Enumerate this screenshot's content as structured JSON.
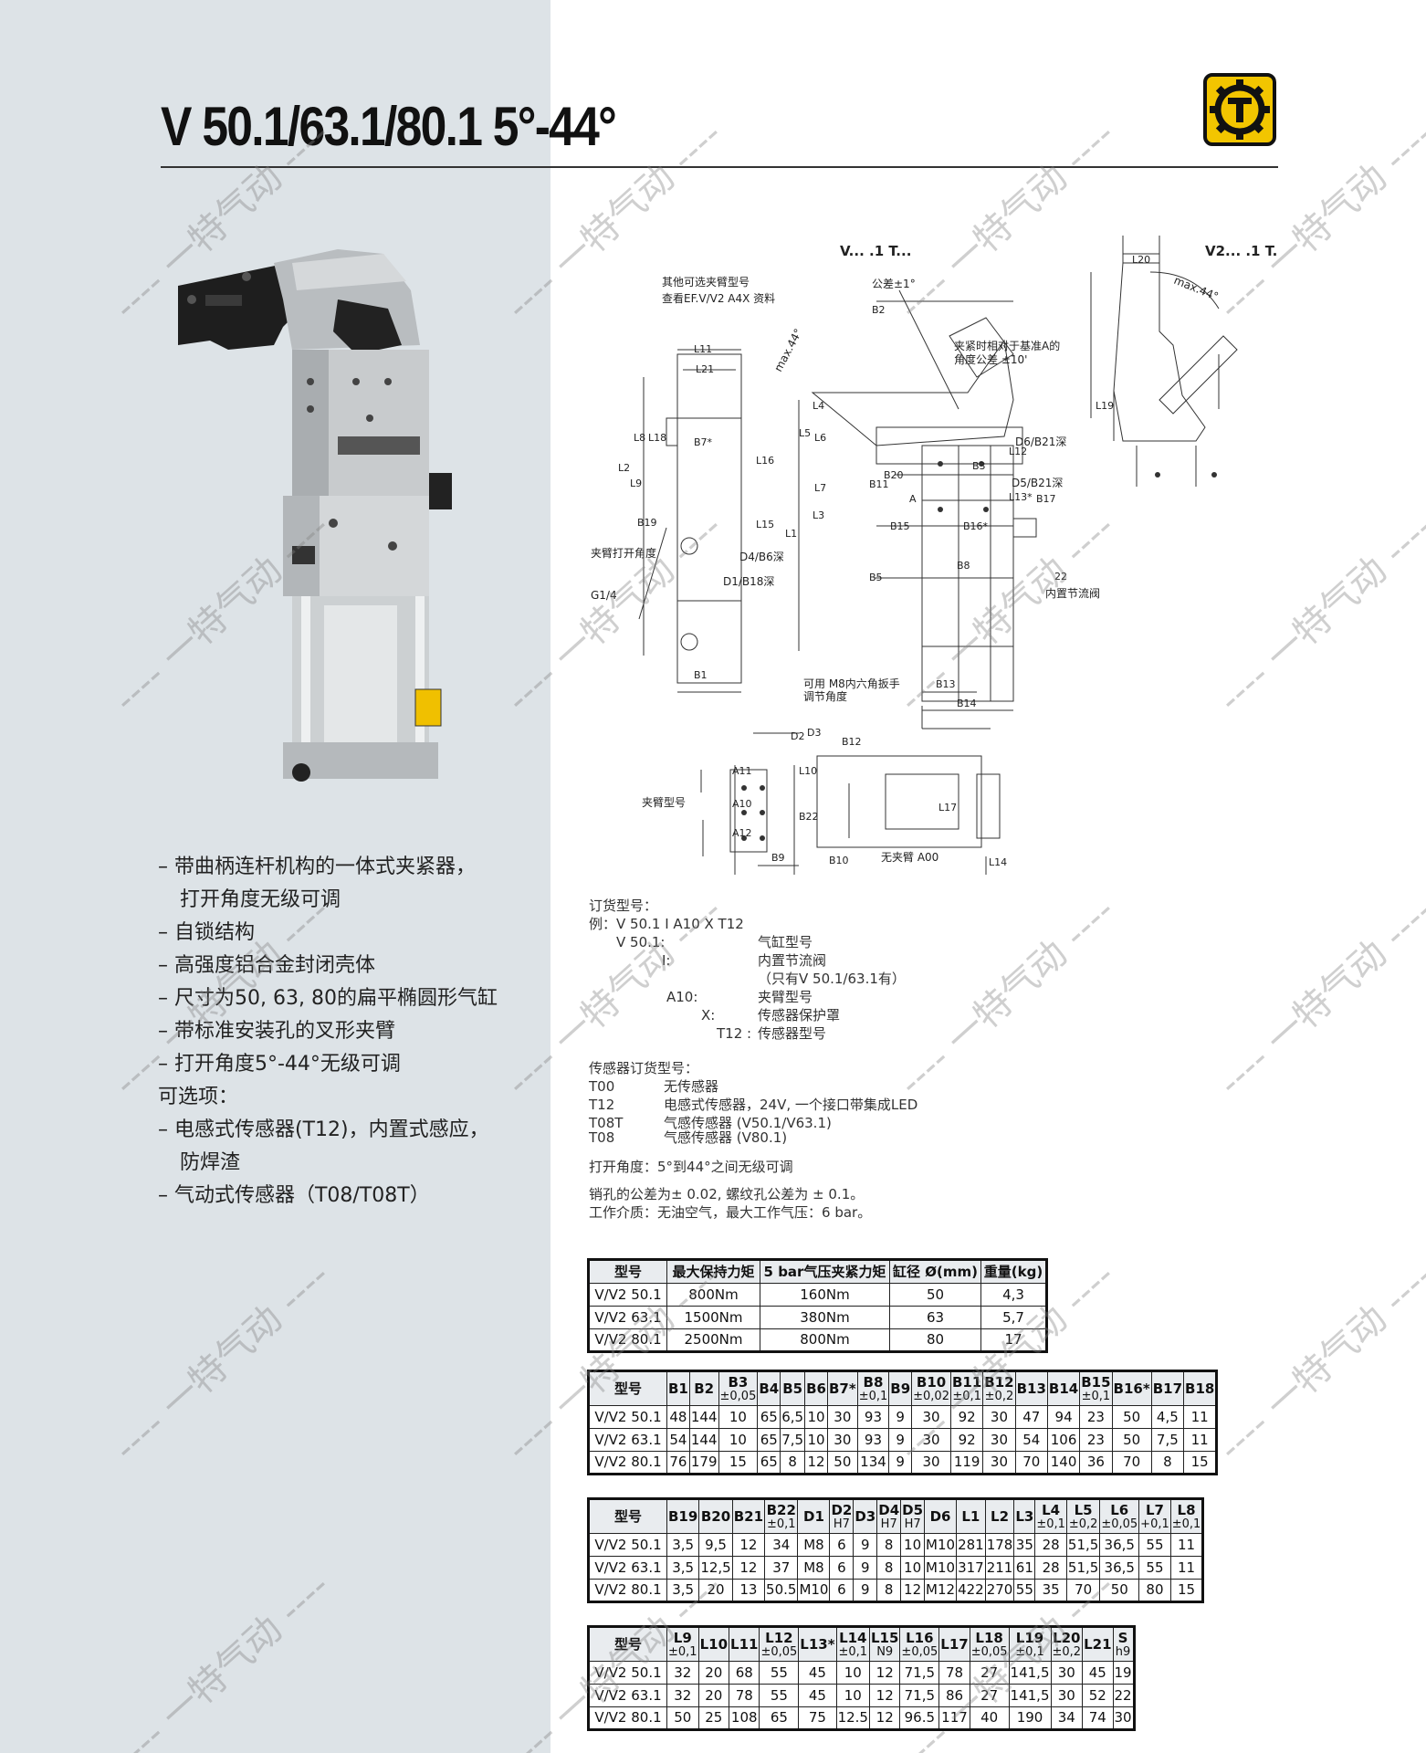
{
  "title": "V 50.1/63.1/80.1 5°-44°",
  "features": [
    "– 带曲柄连杆机构的一体式夹紧器，",
    "打开角度无级可调",
    "– 自锁结构",
    "– 高强度铝合金封闭壳体",
    "– 尺寸为50, 63, 80的扁平椭圆形气缸",
    "– 带标准安装孔的叉形夹臂",
    "– 打开角度5°-44°无级可调",
    "可选项：",
    "– 电感式传感器(T12)，内置式感应，",
    "防焊渣",
    "– 气动式传感器（T08/T08T）"
  ],
  "drawing": {
    "view1_title": "V... .1 T...",
    "view2_title": "V2... .1 T...",
    "note_other_arms_1": "其他可选夹臂型号",
    "note_other_arms_2": "查看EF.V/V2 A4X 资料",
    "tolerance": "公差±1°",
    "note_angle_1": "夹紧时相对于基准A的",
    "note_angle_2": "角度公差 ±10'",
    "max44": "max.44°",
    "arm_open_angle": "夹臂打开角度",
    "port": "G1/4",
    "d4b6": "D4/B6深",
    "d1b18": "D1/B18深",
    "d6b21": "D6/B21深",
    "d5b21": "D5/B21深",
    "builtin_throttle": "内置节流阀",
    "hex_wrench_1": "可用 M8内六角扳手",
    "hex_wrench_2": "调节角度",
    "arm_model": "夹臂型号",
    "no_arm": "无夹臂 A00",
    "dims": [
      "L11",
      "L21",
      "L2",
      "L8",
      "L18",
      "L9",
      "L16",
      "L15",
      "L1",
      "L3",
      "L4",
      "L5",
      "L6",
      "L7",
      "B7*",
      "B19",
      "B1",
      "B2",
      "B20",
      "B11",
      "B3",
      "B15",
      "B16*",
      "B17",
      "B5",
      "B8",
      "B13",
      "B14",
      "L12",
      "L13*",
      "L19",
      "L20",
      "D2",
      "D3",
      "B12",
      "L10",
      "A11",
      "A10",
      "A12",
      "B22",
      "L17",
      "B9",
      "B10",
      "L14",
      "22",
      "A"
    ]
  },
  "order": {
    "heading": "订货型号：",
    "example": "例：V 50.1 I A10 X T12",
    "rows": [
      {
        "code": "V 50.1:",
        "desc": "气缸型号"
      },
      {
        "code": "I:",
        "desc": "内置节流阀"
      },
      {
        "code": "",
        "desc": "（只有V 50.1/63.1有）"
      },
      {
        "code": "A10:",
        "desc": "夹臂型号"
      },
      {
        "code": "X:",
        "desc": "传感器保护罩"
      },
      {
        "code": "T12 :",
        "desc": "传感器型号"
      }
    ]
  },
  "sensor": {
    "heading": "传感器订货型号：",
    "rows": [
      {
        "code": "T00",
        "desc": "无传感器"
      },
      {
        "code": "T12",
        "desc": "电感式传感器，24V, 一个接口带集成LED"
      },
      {
        "code": "T08T",
        "desc": "气感传感器 (V50.1/V63.1)"
      },
      {
        "code": "T08",
        "desc": "气感传感器 (V80.1)"
      }
    ]
  },
  "notes": [
    "打开角度：5°到44°之间无级可调",
    "",
    "销孔的公差为± 0.02, 螺纹孔公差为 ± 0.1。",
    "工作介质：无油空气，最大工作气压：6 bar。"
  ],
  "table1": {
    "headers": [
      "型号",
      "最大保持力矩",
      "5 bar气压夹紧力矩",
      "缸径 Ø(mm)",
      "重量(kg)"
    ],
    "rows": [
      [
        "V/V2 50.1",
        "800Nm",
        "160Nm",
        "50",
        "4,3"
      ],
      [
        "V/V2 63.1",
        "1500Nm",
        "380Nm",
        "63",
        "5,7"
      ],
      [
        "V/V2 80.1",
        "2500Nm",
        "800Nm",
        "80",
        "17"
      ]
    ]
  },
  "table2": {
    "headers": [
      [
        "型号",
        ""
      ],
      [
        "B1",
        ""
      ],
      [
        "B2",
        ""
      ],
      [
        "B3",
        "±0,05"
      ],
      [
        "B4",
        ""
      ],
      [
        "B5",
        ""
      ],
      [
        "B6",
        ""
      ],
      [
        "B7*",
        ""
      ],
      [
        "B8",
        "±0,1"
      ],
      [
        "B9",
        ""
      ],
      [
        "B10",
        "±0,02"
      ],
      [
        "B11",
        "±0,1"
      ],
      [
        "B12",
        "±0,2"
      ],
      [
        "B13",
        ""
      ],
      [
        "B14",
        ""
      ],
      [
        "B15",
        "±0,1"
      ],
      [
        "B16*",
        ""
      ],
      [
        "B17",
        ""
      ],
      [
        "B18",
        ""
      ]
    ],
    "rows": [
      [
        "V/V2 50.1",
        "48",
        "144",
        "10",
        "65",
        "6,5",
        "10",
        "30",
        "93",
        "9",
        "30",
        "92",
        "30",
        "47",
        "94",
        "23",
        "50",
        "4,5",
        "11"
      ],
      [
        "V/V2 63.1",
        "54",
        "144",
        "10",
        "65",
        "7,5",
        "10",
        "30",
        "93",
        "9",
        "30",
        "92",
        "30",
        "54",
        "106",
        "23",
        "50",
        "7,5",
        "11"
      ],
      [
        "V/V2 80.1",
        "76",
        "179",
        "15",
        "65",
        "8",
        "12",
        "50",
        "134",
        "9",
        "30",
        "119",
        "30",
        "70",
        "140",
        "36",
        "70",
        "8",
        "15"
      ]
    ]
  },
  "table3": {
    "headers": [
      [
        "型号",
        ""
      ],
      [
        "B19",
        ""
      ],
      [
        "B20",
        ""
      ],
      [
        "B21",
        ""
      ],
      [
        "B22",
        "±0,1"
      ],
      [
        "D1",
        ""
      ],
      [
        "D2",
        "H7"
      ],
      [
        "D3",
        ""
      ],
      [
        "D4",
        "H7"
      ],
      [
        "D5",
        "H7"
      ],
      [
        "D6",
        ""
      ],
      [
        "L1",
        ""
      ],
      [
        "L2",
        ""
      ],
      [
        "L3",
        ""
      ],
      [
        "L4",
        "±0,1"
      ],
      [
        "L5",
        "±0,2"
      ],
      [
        "L6",
        "±0,05"
      ],
      [
        "L7",
        "+0,1"
      ],
      [
        "L8",
        "±0,1"
      ]
    ],
    "rows": [
      [
        "V/V2 50.1",
        "3,5",
        "9,5",
        "12",
        "34",
        "M8",
        "6",
        "9",
        "8",
        "10",
        "M10",
        "281",
        "178",
        "35",
        "28",
        "51,5",
        "36,5",
        "55",
        "11"
      ],
      [
        "V/V2 63.1",
        "3,5",
        "12,5",
        "12",
        "37",
        "M8",
        "6",
        "9",
        "8",
        "10",
        "M10",
        "317",
        "211",
        "61",
        "28",
        "51,5",
        "36,5",
        "55",
        "11"
      ],
      [
        "V/V2 80.1",
        "3,5",
        "20",
        "13",
        "50.5",
        "M10",
        "6",
        "9",
        "8",
        "12",
        "M12",
        "422",
        "270",
        "55",
        "35",
        "70",
        "50",
        "80",
        "15"
      ]
    ]
  },
  "table4": {
    "headers": [
      [
        "型号",
        ""
      ],
      [
        "L9",
        "±0,1"
      ],
      [
        "L10",
        ""
      ],
      [
        "L11",
        ""
      ],
      [
        "L12",
        "±0,05"
      ],
      [
        "L13*",
        ""
      ],
      [
        "L14",
        "±0,1"
      ],
      [
        "L15",
        "N9"
      ],
      [
        "L16",
        "±0,05"
      ],
      [
        "L17",
        ""
      ],
      [
        "L18",
        "±0,05"
      ],
      [
        "L19",
        "±0,1"
      ],
      [
        "L20",
        "±0,2"
      ],
      [
        "L21",
        ""
      ],
      [
        "S",
        "h9"
      ]
    ],
    "rows": [
      [
        "V/V2 50.1",
        "32",
        "20",
        "68",
        "55",
        "45",
        "10",
        "12",
        "71,5",
        "78",
        "27",
        "141,5",
        "30",
        "45",
        "19"
      ],
      [
        "V/V2 63.1",
        "32",
        "20",
        "78",
        "55",
        "45",
        "10",
        "12",
        "71,5",
        "86",
        "27",
        "141,5",
        "30",
        "52",
        "22"
      ],
      [
        "V/V2 80.1",
        "50",
        "25",
        "108",
        "65",
        "75",
        "12.5",
        "12",
        "96.5",
        "117",
        "40",
        "190",
        "34",
        "74",
        "30"
      ]
    ]
  },
  "watermark": "---- 一特气动 ----",
  "colors": {
    "left_panel": "#dde3e7",
    "logo_yellow": "#f2c500"
  }
}
